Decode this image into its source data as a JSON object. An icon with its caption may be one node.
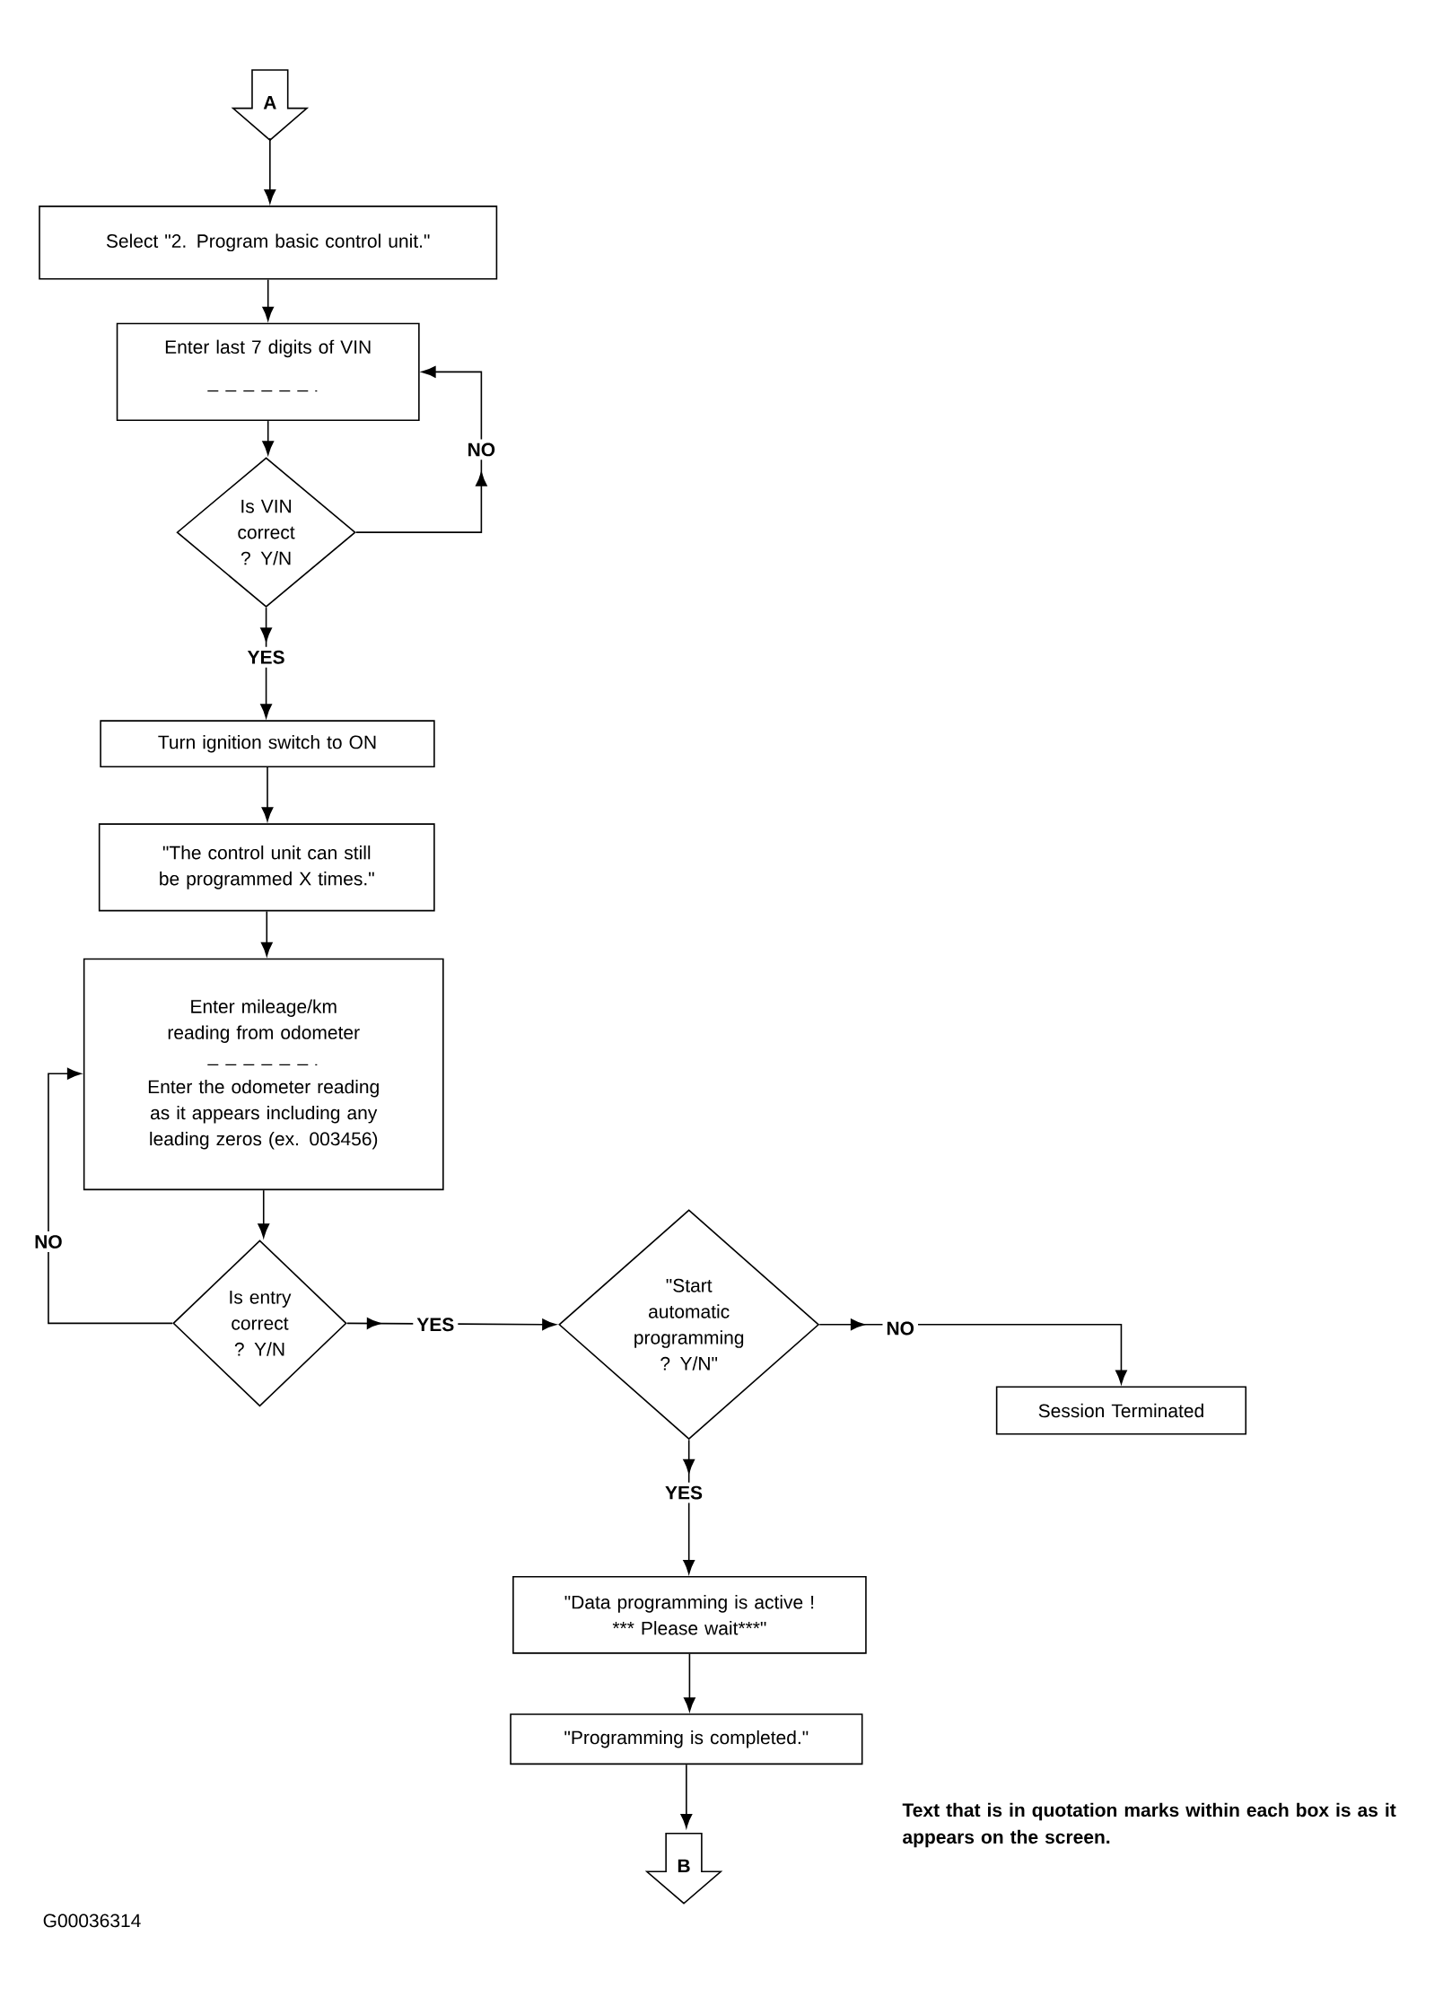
{
  "diagram": {
    "nodes": [
      {
        "text": [
          "A"
        ]
      },
      {
        "text": [
          "Select \"2. Program basic control unit.\""
        ]
      },
      {
        "text": [
          "Enter last 7 digits of VIN"
        ]
      },
      {
        "text": [
          "Is VIN correct ? Y/N"
        ]
      },
      {
        "text": [
          "Turn ignition switch to ON"
        ]
      },
      {
        "text": [
          "\"The control unit can still be programmed X times.\""
        ]
      },
      {
        "text": [
          "Enter mileage/km reading from odometer",
          "Enter the odometer reading as it appears including any leading zeros (ex. 003456)"
        ]
      },
      {
        "text": [
          "Is entry correct ? Y/N"
        ]
      },
      {
        "text": [
          "\"Start automatic programming ? Y/N\""
        ]
      },
      {
        "text": [
          "Session Terminated"
        ]
      },
      {
        "text": [
          "\"Data programming is active !",
          "***",
          "Please wait***\""
        ]
      },
      {
        "text": [
          "\"Programming is completed.\""
        ]
      },
      {
        "text": [
          "B"
        ]
      }
    ],
    "edges": [
      {
        "from": 0,
        "to": 1,
        "arrow": "to"
      },
      {
        "from": 1,
        "to": 2,
        "arrow": "to"
      },
      {
        "from": 2,
        "to": 3,
        "arrow": "to"
      },
      {
        "from": 3,
        "to": 2,
        "arrow": "to",
        "label": "NO"
      },
      {
        "from": 3,
        "to": 4,
        "arrow": "to",
        "label": "YES"
      },
      {
        "from": 4,
        "to": 5,
        "arrow": "to"
      },
      {
        "from": 5,
        "to": 6,
        "arrow": "to"
      },
      {
        "from": 6,
        "to": 7,
        "arrow": "to"
      },
      {
        "from": 7,
        "to": 6,
        "arrow": "to",
        "label": "NO"
      },
      {
        "from": 7,
        "to": 8,
        "arrow": "to",
        "label": "YES"
      },
      {
        "from": 8,
        "to": 9,
        "arrow": "to",
        "label": "NO"
      },
      {
        "from": 8,
        "to": 10,
        "arrow": "to",
        "label": "YES"
      },
      {
        "from": 10,
        "to": 11,
        "arrow": "to"
      },
      {
        "from": 11,
        "to": 12,
        "arrow": "to"
      }
    ],
    "labels": [
      "Text that is in quotation marks within each box is as it appears on the screen.",
      "G00036314"
    ]
  }
}
